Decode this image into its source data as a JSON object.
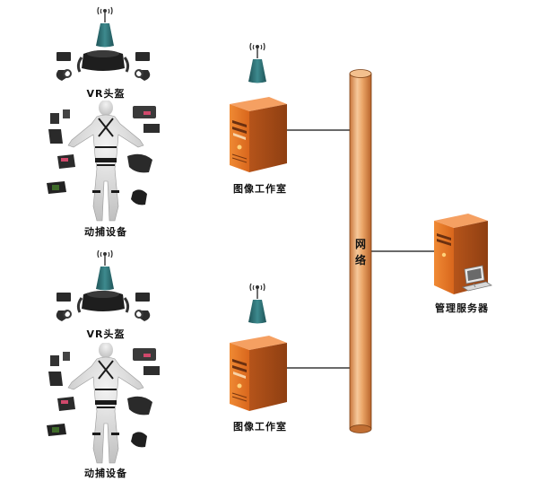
{
  "labels": {
    "vr_headset_1": "VR头盔",
    "mocap_1": "动捕设备",
    "vr_headset_2": "VR头盔",
    "mocap_2": "动捕设备",
    "workstation_1": "图像工作室",
    "workstation_2": "图像工作室",
    "network_char_1": "网",
    "network_char_2": "络",
    "server": "管理服务器"
  },
  "colors": {
    "server_orange": "#e07a2c",
    "server_dark": "#b85a16",
    "antenna_teal": "#2f6f73",
    "pipe": "#e8a66a",
    "wire": "#111111"
  },
  "icons": [
    "antenna-icon",
    "vr-headset-icon",
    "mocap-suit-icon",
    "workstation-icon",
    "server-icon"
  ]
}
